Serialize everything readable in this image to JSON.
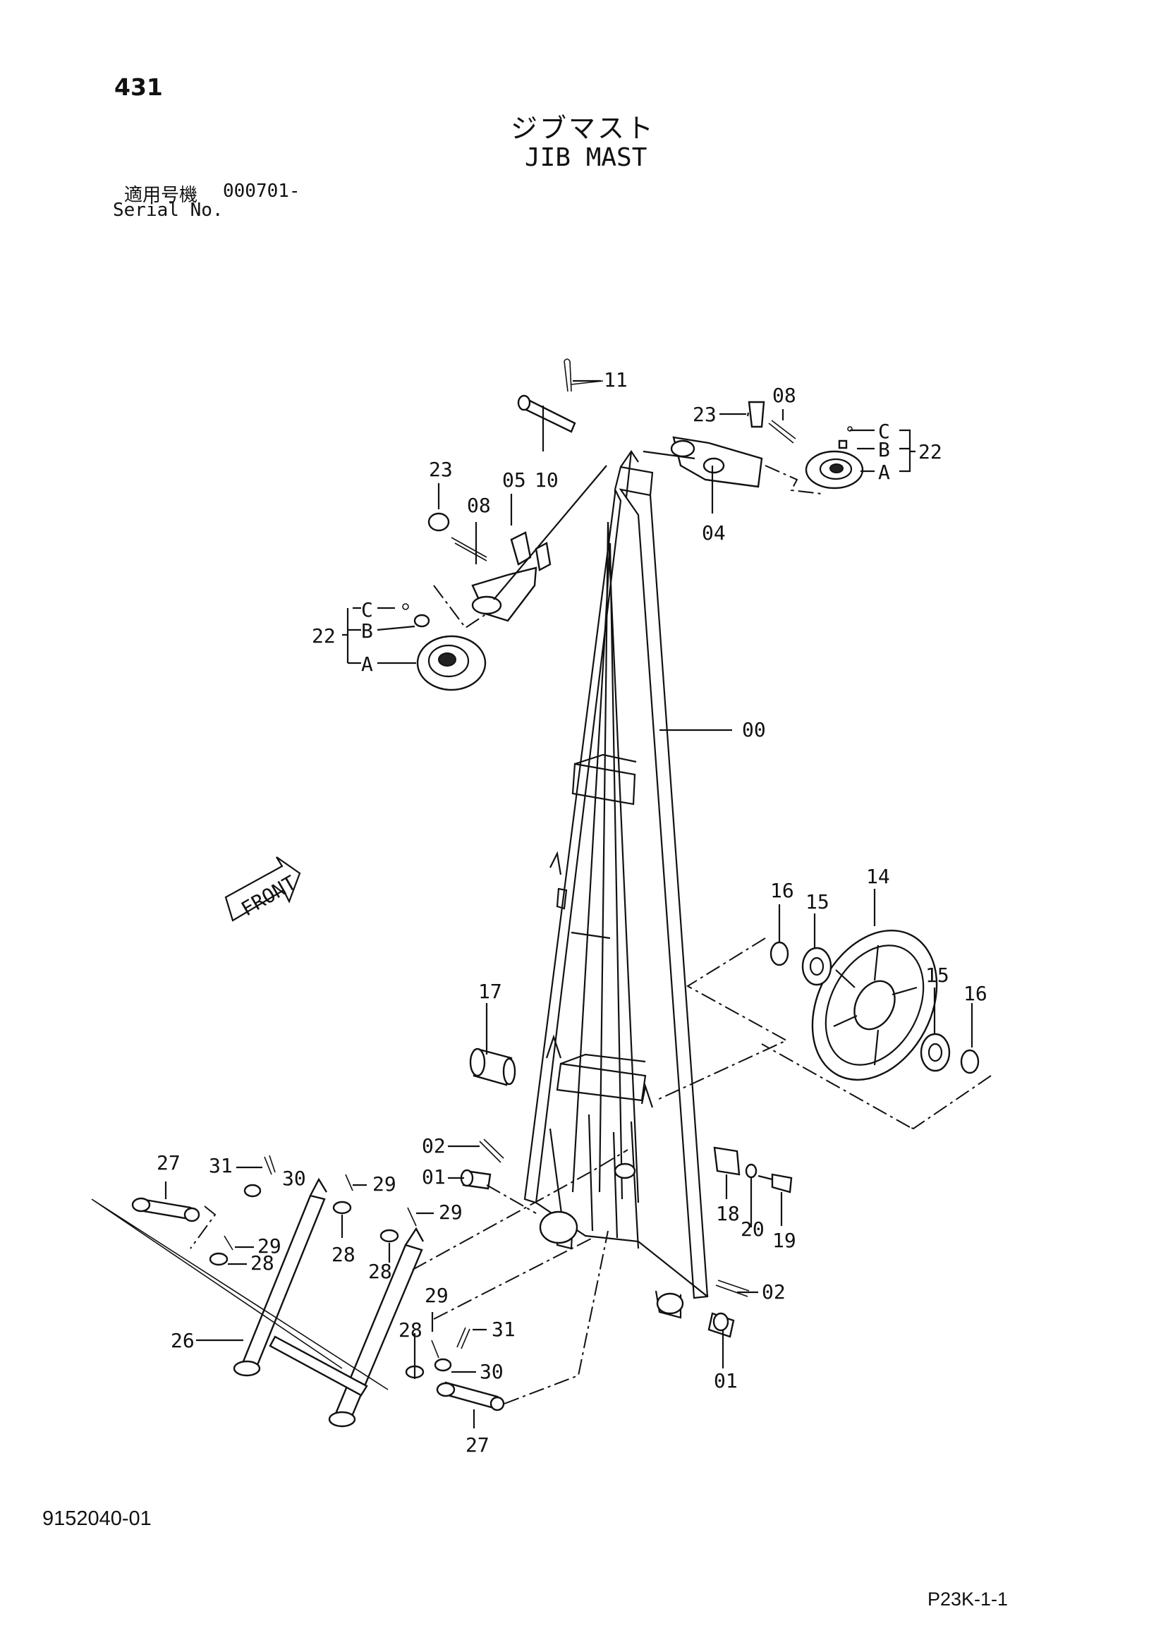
{
  "header": {
    "page_number": "431",
    "title_jp": "ジブマスト",
    "title_en": "JIB MAST",
    "serial_label_jp": "適用号機",
    "serial_value": "000701-",
    "serial_label_en": "Serial No."
  },
  "footer": {
    "doc_number": "9152040-01",
    "page_code": "P23K-1-1"
  },
  "front_marker": "FRONT",
  "callouts": {
    "c00": "00",
    "c01a": "01",
    "c01b": "01",
    "c02a": "02",
    "c02b": "02",
    "c04": "04",
    "c05": "05",
    "c08a": "08",
    "c08b": "08",
    "c10": "10",
    "c11": "11",
    "c14": "14",
    "c15a": "15",
    "c15b": "15",
    "c16a": "16",
    "c16b": "16",
    "c17": "17",
    "c18": "18",
    "c19": "19",
    "c20": "20",
    "c22a": "22",
    "c22b": "22",
    "c23a": "23",
    "c23b": "23",
    "c26": "26",
    "c27a": "27",
    "c27b": "27",
    "c28a": "28",
    "c28b": "28",
    "c28c": "28",
    "c28d": "28",
    "c29a": "29",
    "c29b": "29",
    "c29c": "29",
    "c29d": "29",
    "c30a": "30",
    "c30b": "30",
    "c31a": "31",
    "c31b": "31",
    "sub_a1": "A",
    "sub_b1": "B",
    "sub_c1": "C",
    "sub_a2": "A",
    "sub_b2": "B",
    "sub_c2": "C"
  }
}
